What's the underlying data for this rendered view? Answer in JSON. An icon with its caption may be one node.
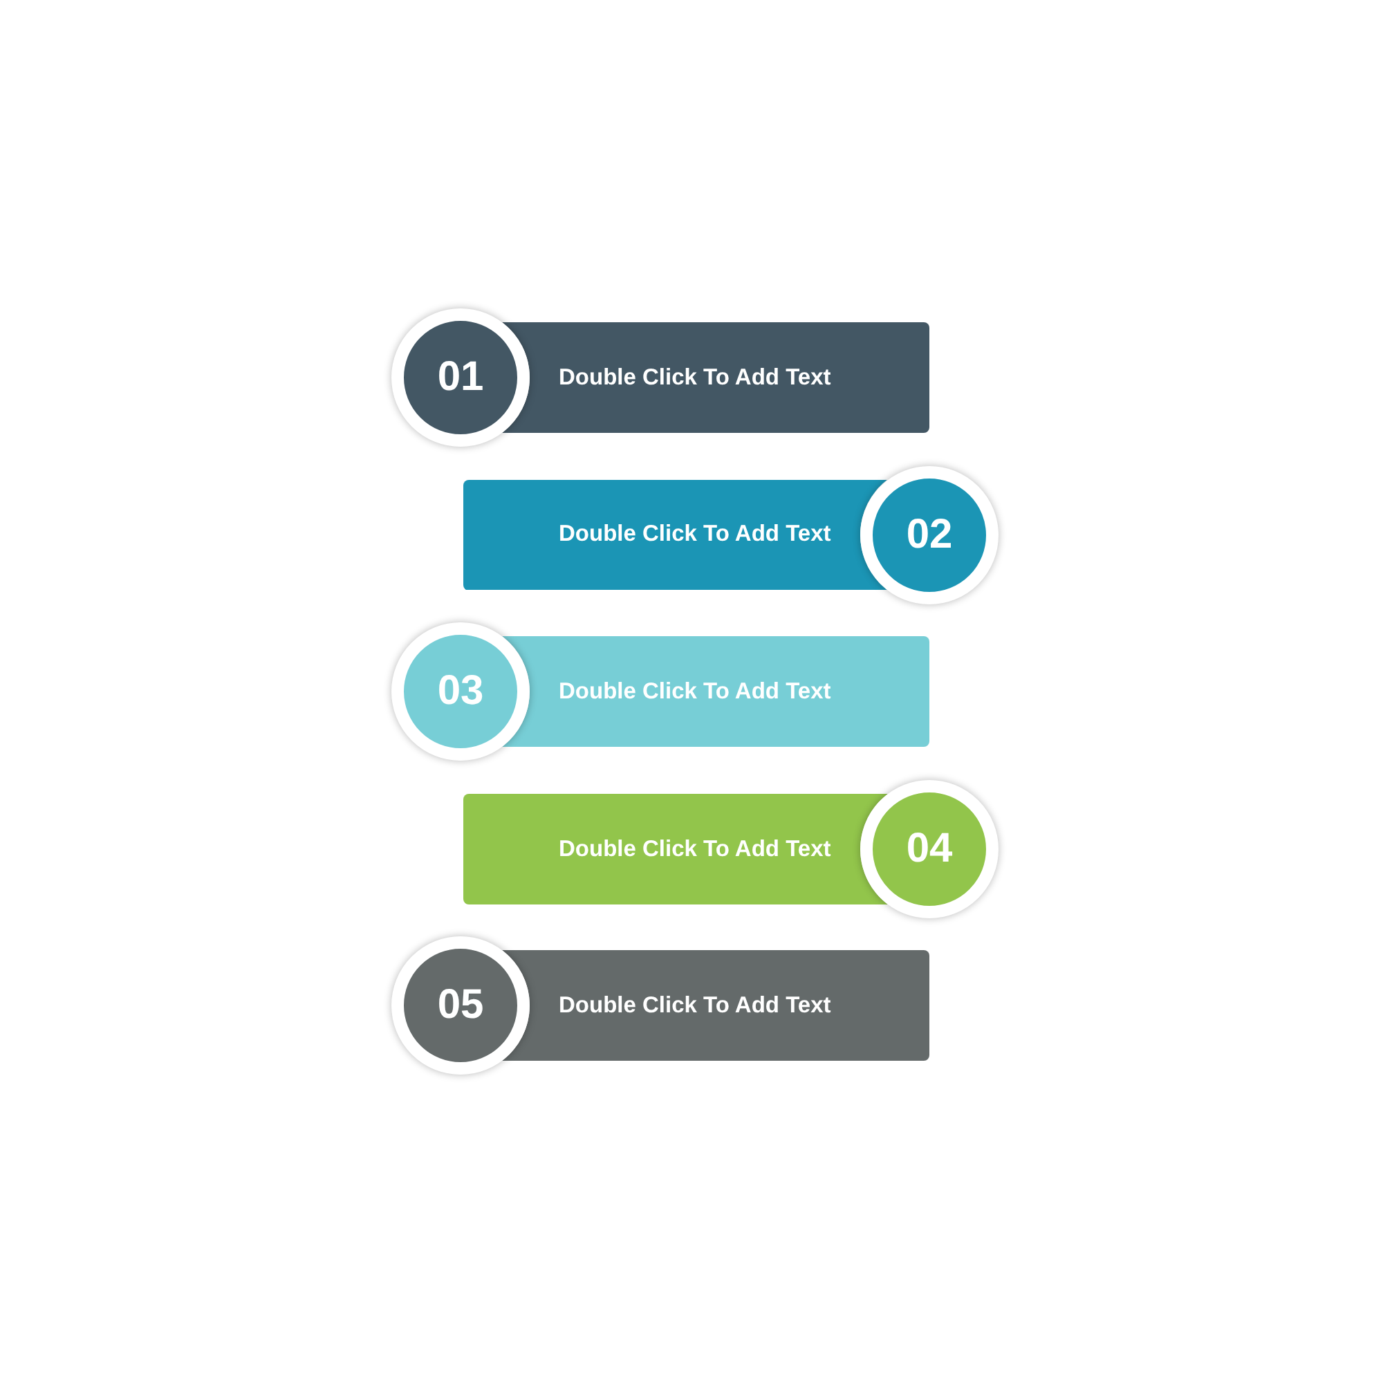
{
  "diagram": {
    "nodes": [
      {
        "text": [
          "01"
        ]
      },
      {
        "text": [
          "Double Click To Add Text"
        ]
      },
      {
        "text": [
          "Double Click To Add Text"
        ]
      },
      {
        "text": [
          "02"
        ]
      },
      {
        "text": [
          "03"
        ]
      },
      {
        "text": [
          "Double Click To Add Text"
        ]
      },
      {
        "text": [
          "Double Click To Add Text"
        ]
      },
      {
        "text": [
          "04"
        ]
      },
      {
        "text": [
          "05"
        ]
      },
      {
        "text": [
          "Double Click To Add Text"
        ]
      }
    ]
  }
}
